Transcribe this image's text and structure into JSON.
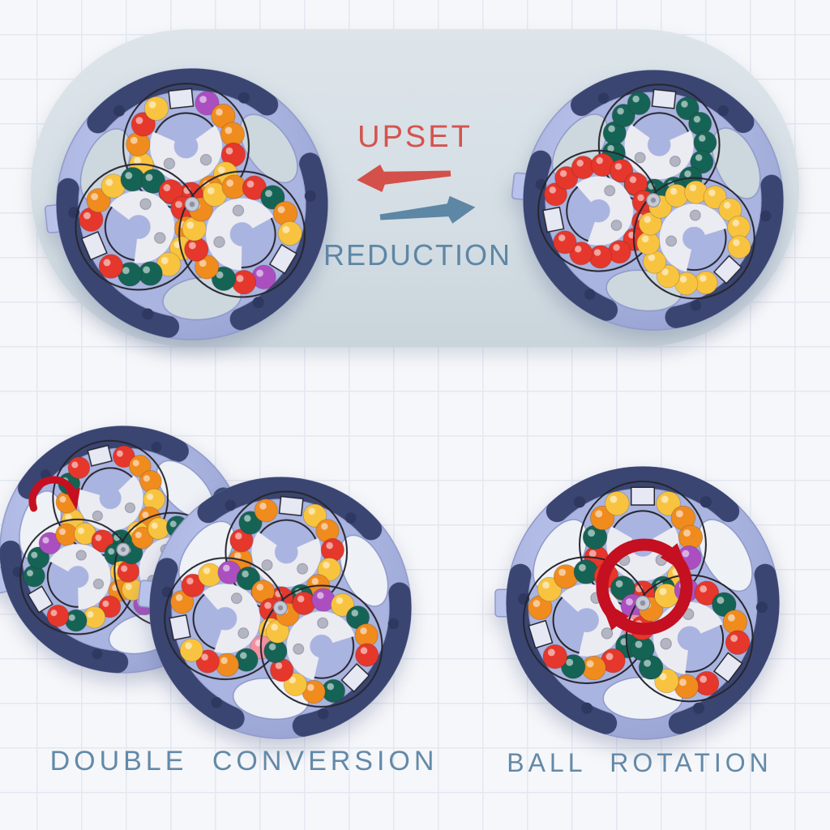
{
  "panel": {
    "upset_label": "UPSET",
    "reduction_label": "REDUCTION"
  },
  "captions": {
    "double_conversion": "DOUBLE CONVERSION",
    "ball_rotation": "BALL ROTATION"
  },
  "colors": {
    "page_bg": "#f6f7fa",
    "grid_line": "#e3e7f1",
    "panel_bg": "#d3dde3",
    "upset_red": "#d5534e",
    "arrow_red": "#d4504a",
    "reduction_blue": "#5e86a5",
    "arrow_blue": "#5e86a5",
    "caption_blue": "#6389a8",
    "rotate_arrow_red": "#c41020",
    "disc_body": "#aab4e0",
    "disc_body_light": "#b9c2ea",
    "disc_rim_navy": "#3a4571",
    "disc_edge": "#8f99c9",
    "rotor_white": "#ebebf2",
    "rotor_pin": "#b3b5c2",
    "track_line": "#26262f",
    "screw": "#c7cad6",
    "hole_panel": "#cdd7de",
    "hole_paper": "#eef1f6"
  },
  "bead_palette": {
    "red": "#e5372b",
    "orange": "#f08b1e",
    "yellow": "#f8c440",
    "teal": "#156354",
    "purple": "#ab4fc0",
    "pink": "#f290a2"
  },
  "discs": [
    {
      "name": "upset-scrambled-disc",
      "rings": {
        "top": [
          "purple",
          "orange",
          "orange",
          "red",
          "yellow",
          "orange",
          "red",
          "teal",
          "teal",
          "yellow",
          "orange",
          "red",
          "yellow"
        ],
        "left": [
          "red",
          "orange",
          "yellow",
          "teal",
          "teal",
          "red",
          "red",
          "orange",
          "yellow",
          "yellow",
          "teal",
          "teal",
          "red"
        ],
        "bottom_right": [
          "purple",
          "red",
          "teal",
          "orange",
          "red",
          "yellow",
          "orange",
          "yellow",
          "orange",
          "red",
          "teal",
          "orange",
          "yellow"
        ]
      }
    },
    {
      "name": "reduction-solved-disc",
      "rings": {
        "top": [
          "teal",
          "teal",
          "teal",
          "teal",
          "teal",
          "teal",
          "teal",
          "teal",
          "teal",
          "teal",
          "teal",
          "teal",
          "teal"
        ],
        "left": [
          "red",
          "red",
          "red",
          "red",
          "red",
          "red",
          "red",
          "red",
          "red",
          "red",
          "red",
          "red",
          "red"
        ],
        "bottom_right": [
          "yellow",
          "yellow",
          "yellow",
          "yellow",
          "yellow",
          "yellow",
          "yellow",
          "yellow",
          "yellow",
          "yellow",
          "yellow",
          "yellow",
          "yellow"
        ]
      }
    },
    {
      "name": "double-conversion-back-disc",
      "rings": {
        "top": [
          "red",
          "orange",
          "orange",
          "yellow",
          "orange",
          "yellow",
          "teal",
          "red",
          "purple",
          "yellow",
          "orange",
          "teal",
          "red"
        ],
        "left": [
          "teal",
          "teal",
          "purple",
          "orange",
          "yellow",
          "red",
          "teal",
          "yellow",
          "orange",
          "red",
          "yellow",
          "teal",
          "red"
        ],
        "bottom_right": [
          "yellow",
          "red",
          "pink",
          "purple",
          "yellow",
          "red",
          "teal",
          "orange",
          "yellow",
          "teal",
          "red",
          "orange",
          "teal"
        ]
      }
    },
    {
      "name": "double-conversion-front-disc",
      "rings": {
        "top": [
          "yellow",
          "orange",
          "red",
          "yellow",
          "orange",
          "teal",
          "red",
          "purple",
          "yellow",
          "orange",
          "red",
          "teal",
          "orange"
        ],
        "left": [
          "orange",
          "red",
          "yellow",
          "purple",
          "teal",
          "orange",
          "red",
          "yellow",
          "pink",
          "teal",
          "orange",
          "red",
          "yellow"
        ],
        "bottom_right": [
          "teal",
          "orange",
          "yellow",
          "red",
          "teal",
          "yellow",
          "orange",
          "red",
          "purple",
          "yellow",
          "teal",
          "orange",
          "red"
        ]
      }
    },
    {
      "name": "ball-rotation-disc",
      "rings": {
        "top": [
          "yellow",
          "orange",
          "orange",
          "purple",
          "yellow",
          "teal",
          "red",
          "orange",
          "yellow",
          "red",
          "teal",
          "orange",
          "yellow"
        ],
        "left": [
          "orange",
          "yellow",
          "orange",
          "teal",
          "red",
          "teal",
          "purple",
          "pink",
          "teal",
          "red",
          "orange",
          "teal",
          "red"
        ],
        "bottom_right": [
          "red",
          "orange",
          "yellow",
          "teal",
          "teal",
          "red",
          "orange",
          "yellow",
          "purple",
          "red",
          "teal",
          "orange",
          "red"
        ]
      }
    }
  ]
}
